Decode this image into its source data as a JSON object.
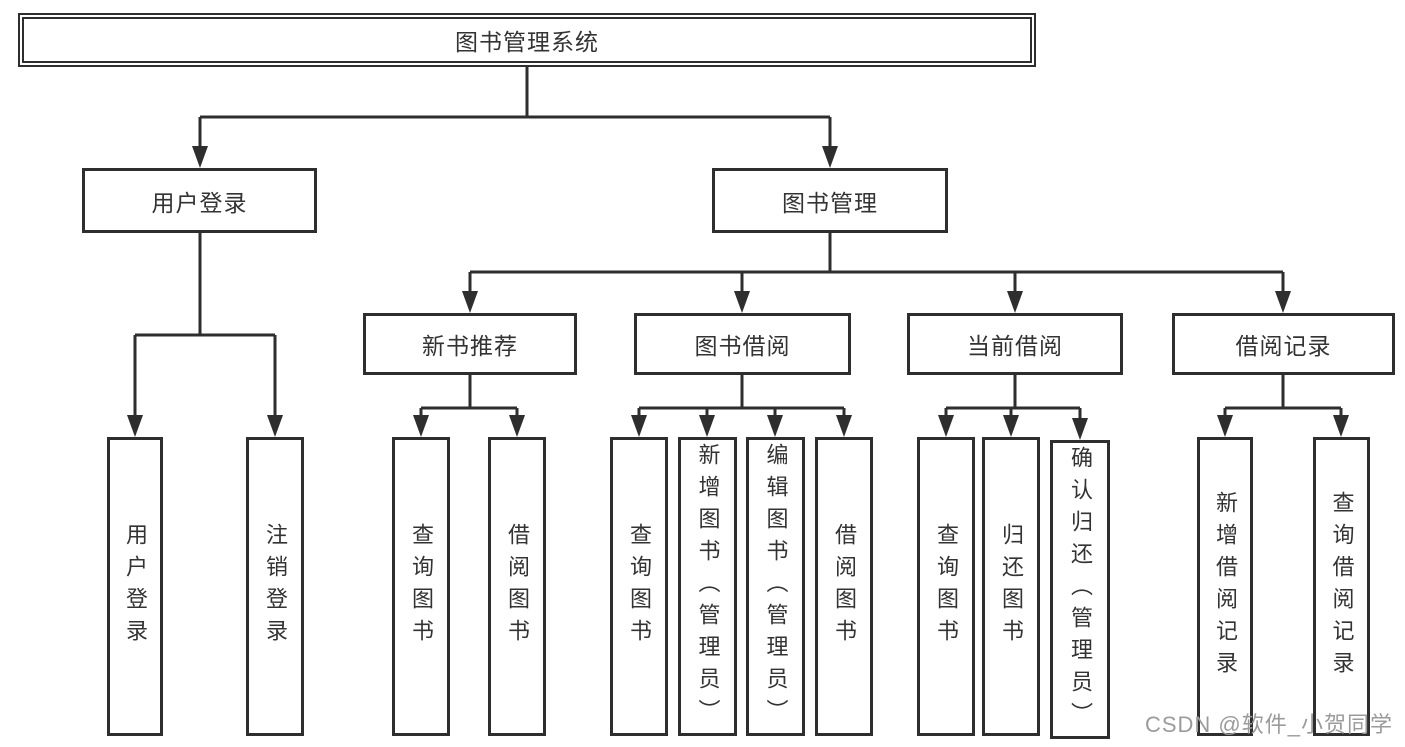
{
  "tree": {
    "root": {
      "label": "图书管理系统"
    },
    "branches": [
      {
        "label": "用户登录",
        "children": [
          {
            "label": "用户登录"
          },
          {
            "label": "注销登录"
          }
        ]
      },
      {
        "label": "图书管理",
        "children": [
          {
            "label": "新书推荐",
            "children": [
              {
                "label": "查询图书"
              },
              {
                "label": "借阅图书"
              }
            ]
          },
          {
            "label": "图书借阅",
            "children": [
              {
                "label": "查询图书"
              },
              {
                "label": "新增图书（管理员）"
              },
              {
                "label": "编辑图书（管理员）"
              },
              {
                "label": "借阅图书"
              }
            ]
          },
          {
            "label": "当前借阅",
            "children": [
              {
                "label": "查询图书"
              },
              {
                "label": "归还图书"
              },
              {
                "label": "确认归还（管理员）"
              }
            ]
          },
          {
            "label": "借阅记录",
            "children": [
              {
                "label": "新增借阅记录"
              },
              {
                "label": "查询借阅记录"
              }
            ]
          }
        ]
      }
    ]
  },
  "watermark": {
    "text": "CSDN @软件_小贺同学"
  },
  "colors": {
    "line": "#2e2e2e",
    "text": "#333333",
    "background": "#ffffff",
    "watermark": "#9b9b9b"
  }
}
